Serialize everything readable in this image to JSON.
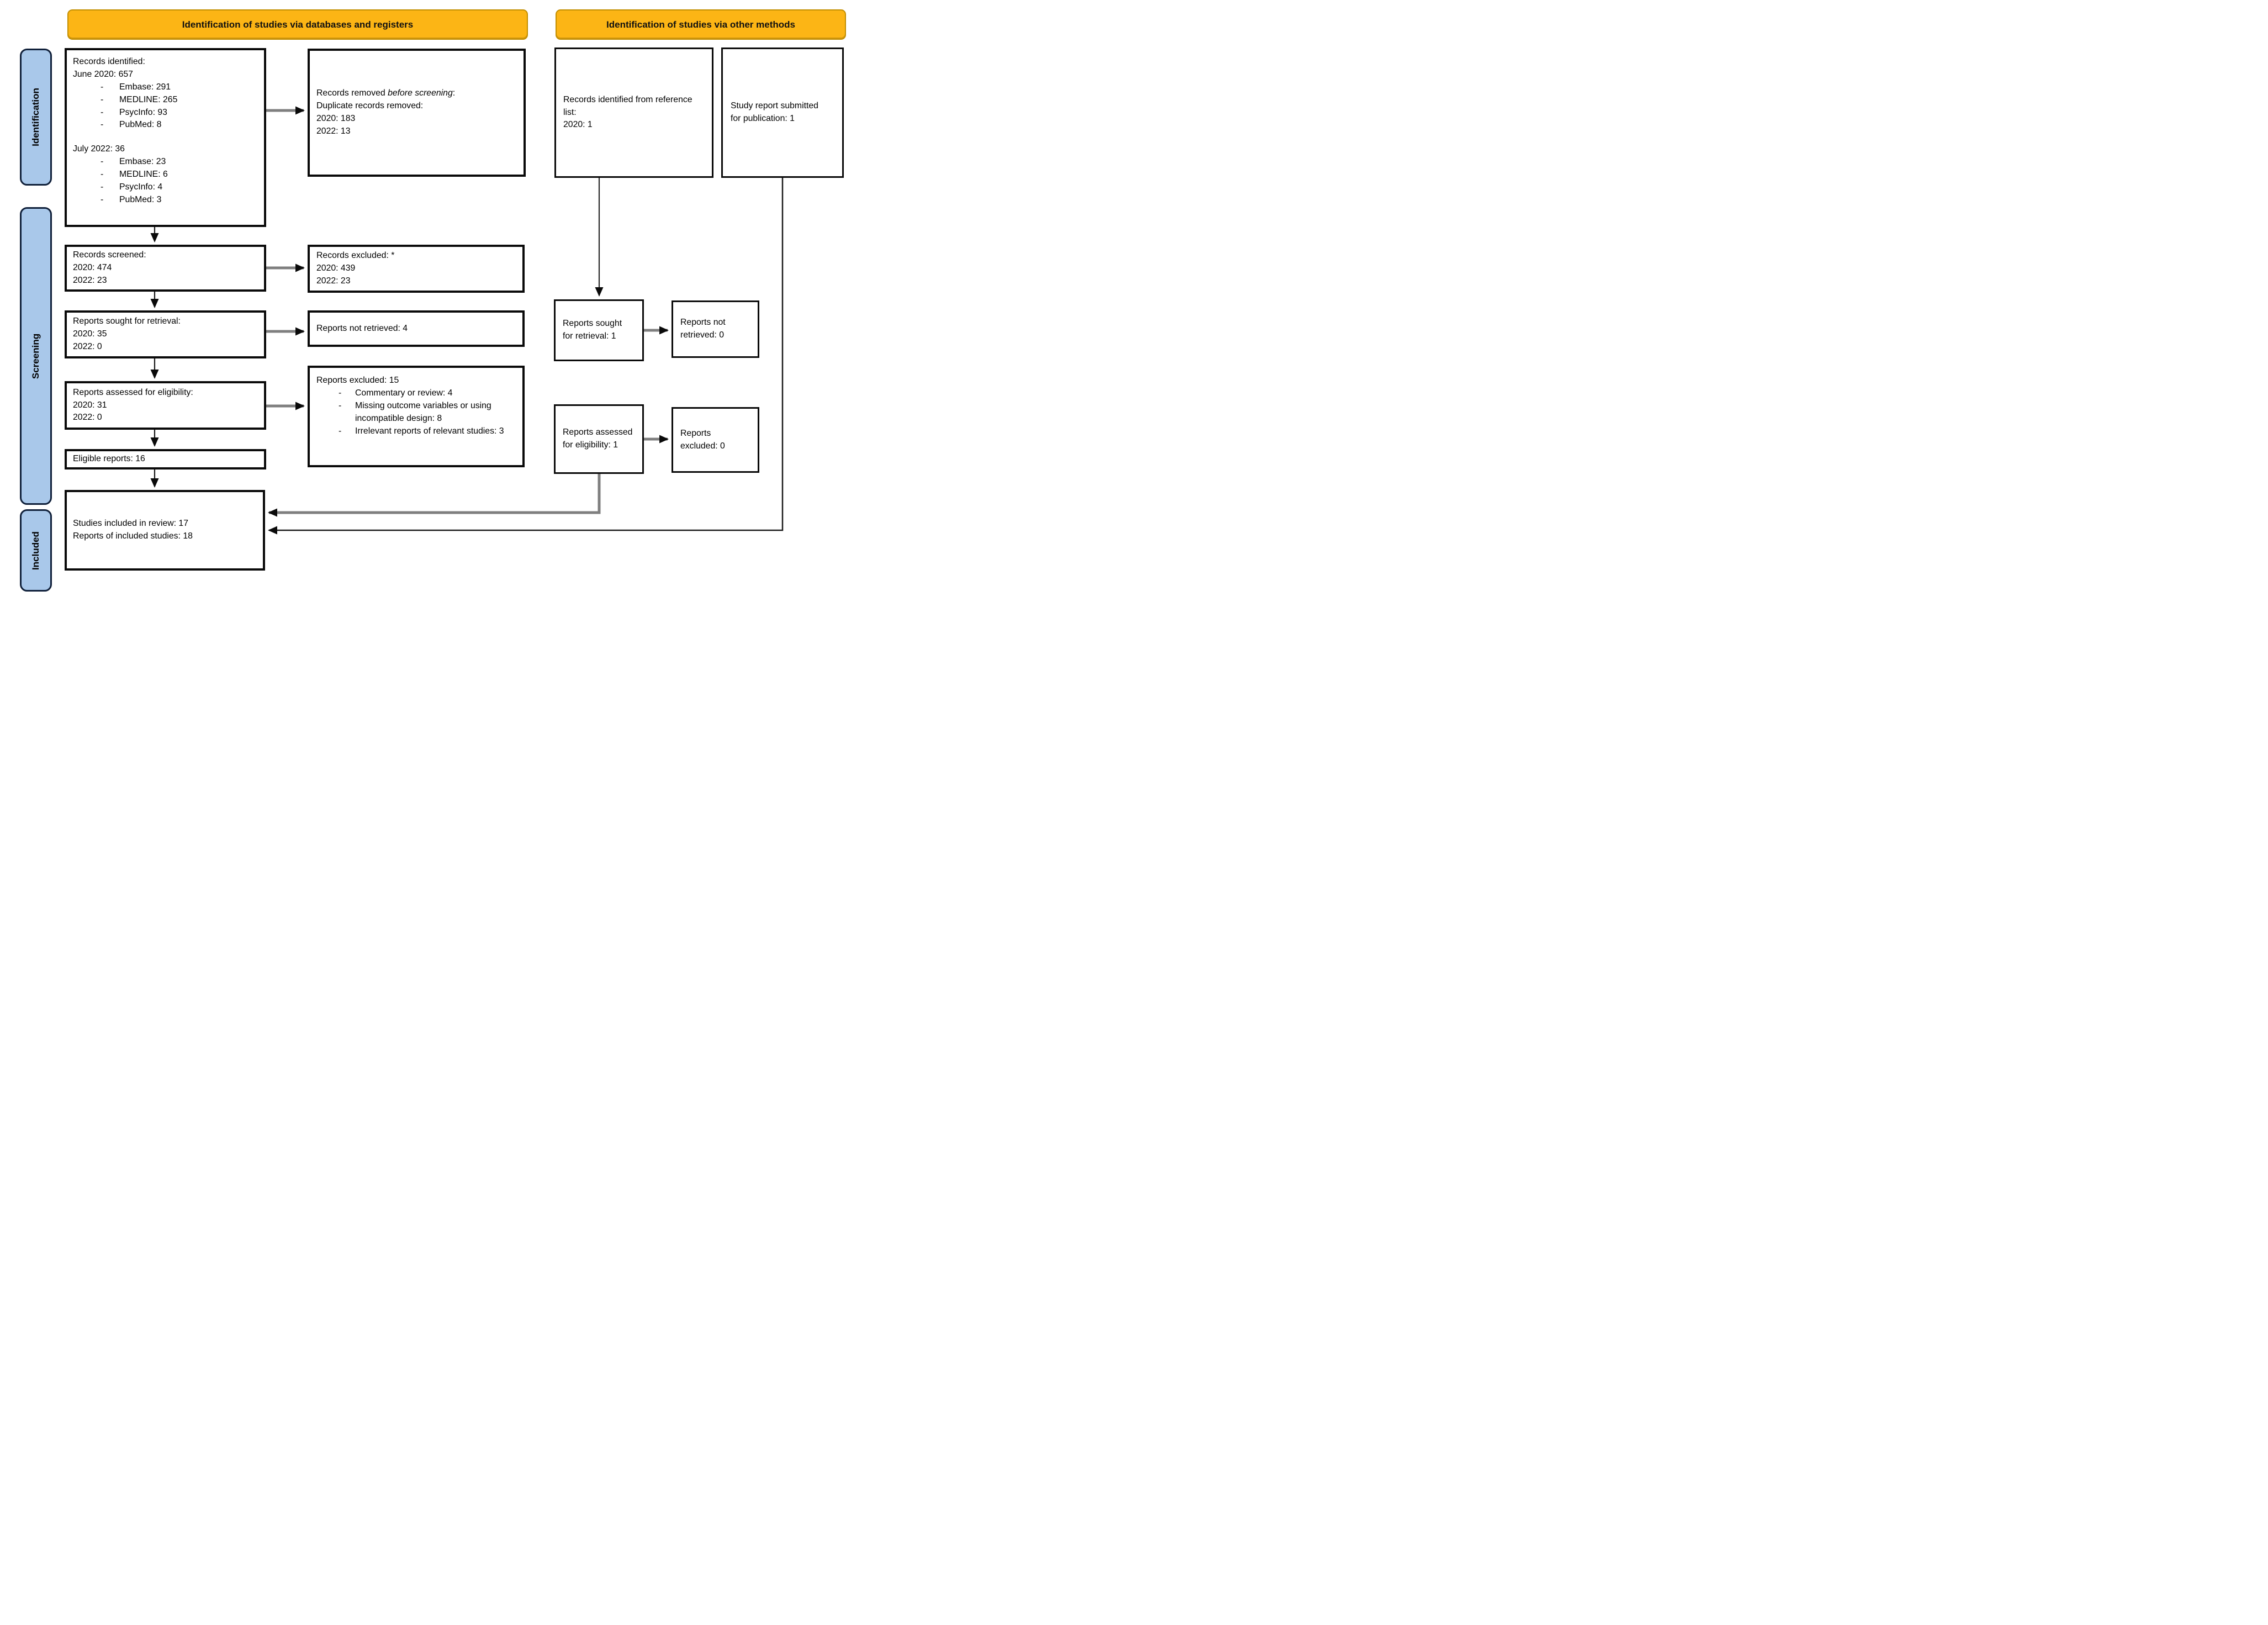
{
  "banners": {
    "databases": "Identification of studies via databases and registers",
    "other": "Identification of studies via other methods"
  },
  "stages": {
    "identification": "Identification",
    "screening": "Screening",
    "included": "Included"
  },
  "ui": {
    "dash": "-"
  },
  "db_col": {
    "identified": {
      "title": "Records identified:",
      "wave1": "June 2020: 657",
      "wave1_items": [
        "Embase: 291",
        "MEDLINE: 265",
        "PsycInfo: 93",
        "PubMed: 8"
      ],
      "wave2": "July 2022: 36",
      "wave2_items": [
        "Embase: 23",
        "MEDLINE: 6",
        "PsycInfo: 4",
        "PubMed: 3"
      ]
    },
    "removed": {
      "title_pre": "Records removed ",
      "title_italic": "before screening",
      "title_post": ":",
      "line2": "Duplicate records removed:",
      "y2020": "2020: 183",
      "y2022": "2022: 13"
    },
    "screened": {
      "title": "Records screened:",
      "y2020": "2020: 474",
      "y2022": "2022: 23"
    },
    "excluded": {
      "title": "Records excluded: *",
      "y2020": "2020: 439",
      "y2022": "2022: 23"
    },
    "sought": {
      "title": "Reports sought for retrieval:",
      "y2020": "2020: 35",
      "y2022": "2022: 0"
    },
    "not_retrieved": {
      "text": "Reports not retrieved: 4"
    },
    "assessed": {
      "title": "Reports assessed for eligibility:",
      "y2020": "2020: 31",
      "y2022": "2022: 0"
    },
    "reports_excluded": {
      "title": "Reports excluded: 15",
      "items": [
        "Commentary or review: 4",
        "Missing outcome variables or using incompatible design: 8",
        "Irrelevant reports of relevant studies: 3"
      ]
    },
    "eligible": {
      "text": "Eligible reports: 16"
    },
    "included": {
      "line1": "Studies included in review: 17",
      "line2": "Reports of included studies: 18"
    }
  },
  "other_col": {
    "ref_list": {
      "line1": "Records identified from reference list:",
      "line2": "2020: 1"
    },
    "submitted": {
      "text": "Study report submitted for publication: 1"
    },
    "sought": {
      "text": "Reports sought for retrieval: 1"
    },
    "not_retrieved": {
      "text": "Reports not retrieved: 0"
    },
    "assessed": {
      "text": "Reports assessed for eligibility: 1"
    },
    "excluded": {
      "text": "Reports excluded: 0"
    }
  },
  "colors": {
    "banner_bg": "#FCB515",
    "banner_border": "#C28E00",
    "stage_bg": "#A9C8EA",
    "box_border": "#0A0A0A",
    "arrow_gray": "#7F7F7F",
    "arrow_black": "#1A1A1A"
  }
}
